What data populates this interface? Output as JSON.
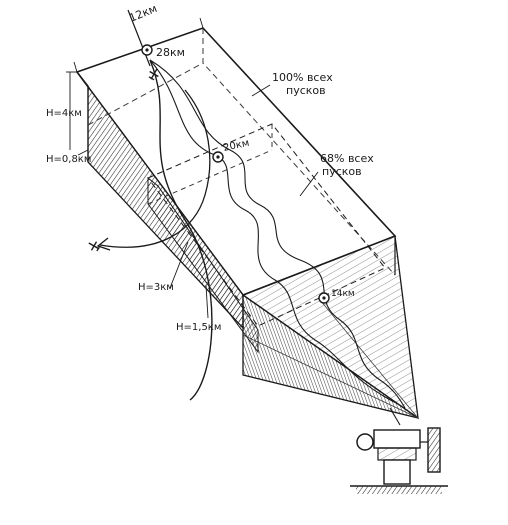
{
  "labels": {
    "width": "12км",
    "r28": "28км",
    "r20": "20км",
    "r14": "14км",
    "h4": "H=4км",
    "h08": "H=0,8км",
    "h3": "H=3км",
    "h15": "H=1,5км",
    "pct100_a": "100% всех",
    "pct100_b": "пусков",
    "pct68_a": "68% всех",
    "pct68_b": "пусков"
  },
  "caption": "",
  "colors": {
    "ink": "#1a1a1a",
    "paper": "#ffffff"
  },
  "icons": [
    "radar-antenna-icon",
    "aircraft-icon",
    "aircraft-icon"
  ]
}
